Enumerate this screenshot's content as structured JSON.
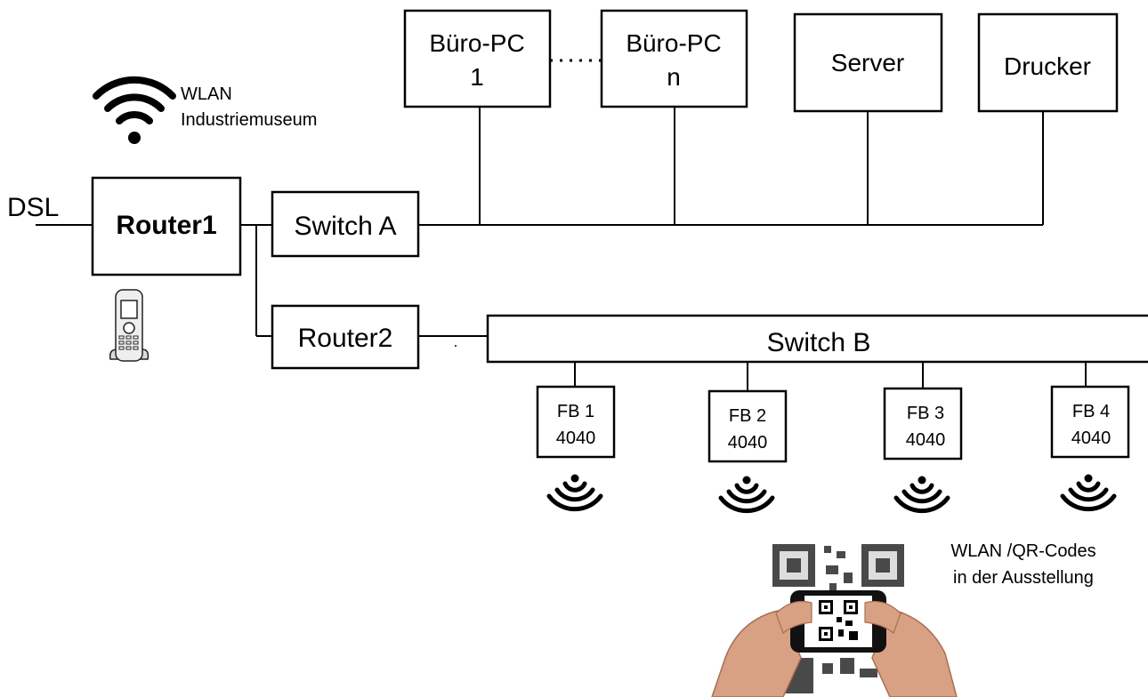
{
  "nodes": {
    "buero_pc_1": {
      "line1": "Büro-PC",
      "line2": "1"
    },
    "buero_pc_n": {
      "line1": "Büro-PC",
      "line2": "n"
    },
    "server": {
      "label": "Server"
    },
    "drucker": {
      "label": "Drucker"
    },
    "router1": {
      "label": "Router1"
    },
    "switch_a": {
      "label": "Switch A"
    },
    "router2": {
      "label": "Router2"
    },
    "switch_b": {
      "label": "Switch B"
    },
    "fb1": {
      "line1": "FB 1",
      "line2": "4040"
    },
    "fb2": {
      "line1": "FB 2",
      "line2": "4040"
    },
    "fb3": {
      "line1": "FB 3",
      "line2": "4040"
    },
    "fb4": {
      "line1": "FB 4",
      "line2": "4040"
    }
  },
  "labels": {
    "dsl": "DSL",
    "wlan_line1": "WLAN",
    "wlan_line2": "Industriemuseum",
    "qr_line1": "WLAN /QR-Codes",
    "qr_line2": "in der Ausstellung"
  },
  "icons": {
    "wlan_router": "wifi-icon",
    "cordless_phone": "phone-icon",
    "fb_signal": "signal-icon",
    "qr_phone": "qr-code-phone-icon"
  }
}
